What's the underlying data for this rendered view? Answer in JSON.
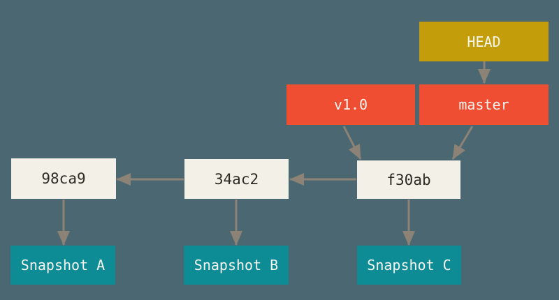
{
  "diagram": {
    "description": "Git references diagram: HEAD points to master branch, master and tag v1.0 point to commit f30ab, commits point to their parents and snapshots",
    "background_color": "#4B6771",
    "arrow_color": "#8C8376",
    "nodes": {
      "head": {
        "label": "HEAD",
        "type": "head-pointer",
        "color": "#C39D0A",
        "text_color": "#F7F5EF"
      },
      "master": {
        "label": "master",
        "type": "branch",
        "color": "#F04E32",
        "text_color": "#F7F5EF"
      },
      "v1_0": {
        "label": "v1.0",
        "type": "tag",
        "color": "#F04E32",
        "text_color": "#F7F5EF"
      },
      "f30ab": {
        "label": "f30ab",
        "type": "commit",
        "color": "#F2F0E7",
        "text_color": "#2E2B25"
      },
      "c34ac2": {
        "label": "34ac2",
        "type": "commit",
        "color": "#F2F0E7",
        "text_color": "#2E2B25"
      },
      "c98ca9": {
        "label": "98ca9",
        "type": "commit",
        "color": "#F2F0E7",
        "text_color": "#2E2B25"
      },
      "snapshot_a": {
        "label": "Snapshot A",
        "type": "snapshot",
        "color": "#0E8C96",
        "text_color": "#F7F5EF"
      },
      "snapshot_b": {
        "label": "Snapshot B",
        "type": "snapshot",
        "color": "#0E8C96",
        "text_color": "#F7F5EF"
      },
      "snapshot_c": {
        "label": "Snapshot C",
        "type": "snapshot",
        "color": "#0E8C96",
        "text_color": "#F7F5EF"
      }
    },
    "edges": [
      {
        "from": "HEAD",
        "to": "master"
      },
      {
        "from": "master",
        "to": "f30ab"
      },
      {
        "from": "v1.0",
        "to": "f30ab"
      },
      {
        "from": "f30ab",
        "to": "34ac2"
      },
      {
        "from": "34ac2",
        "to": "98ca9"
      },
      {
        "from": "98ca9",
        "to": "Snapshot A"
      },
      {
        "from": "34ac2",
        "to": "Snapshot B"
      },
      {
        "from": "f30ab",
        "to": "Snapshot C"
      }
    ]
  }
}
